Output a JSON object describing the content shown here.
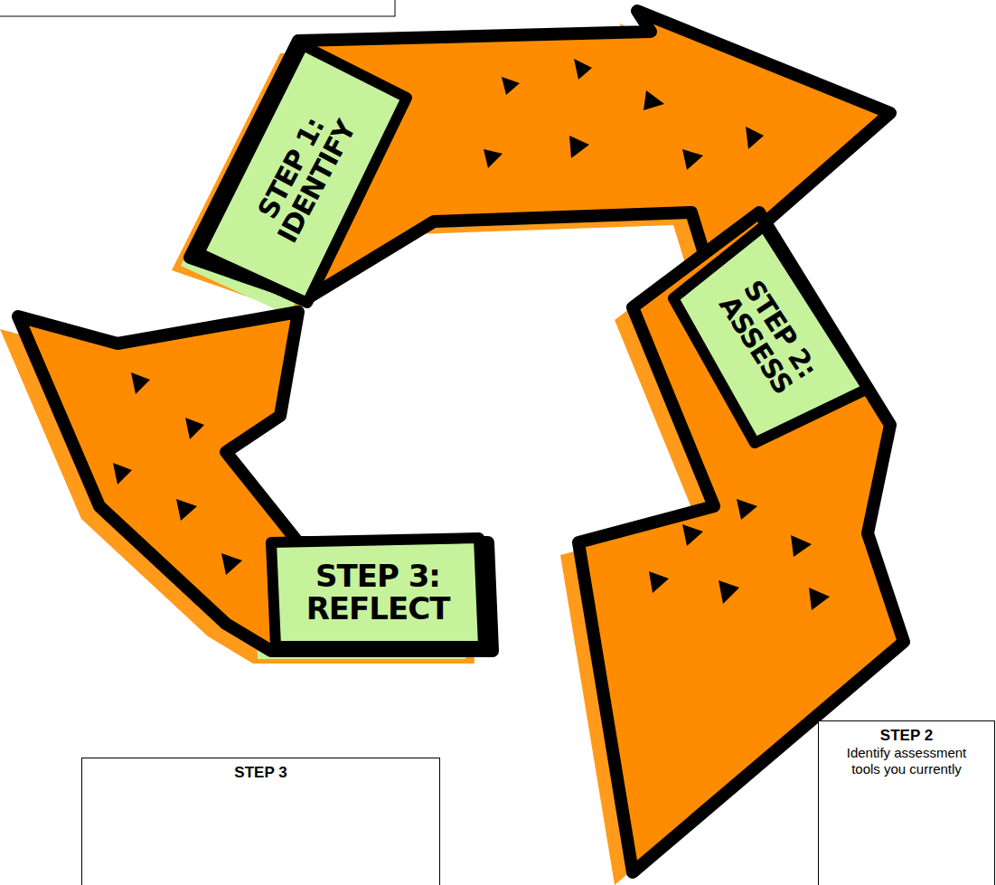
{
  "diagram": {
    "nodes": [
      {
        "text": [
          "STEP 1: IDENTIFY"
        ]
      },
      {
        "text": [
          "STEP 2: ASSESS"
        ]
      },
      {
        "text": [
          "STEP 3: REFLECT"
        ]
      },
      {
        "text": [
          "STEP 2",
          "Identify assessment tools you currently"
        ]
      },
      {
        "text": [
          "STEP 3"
        ]
      }
    ]
  }
}
